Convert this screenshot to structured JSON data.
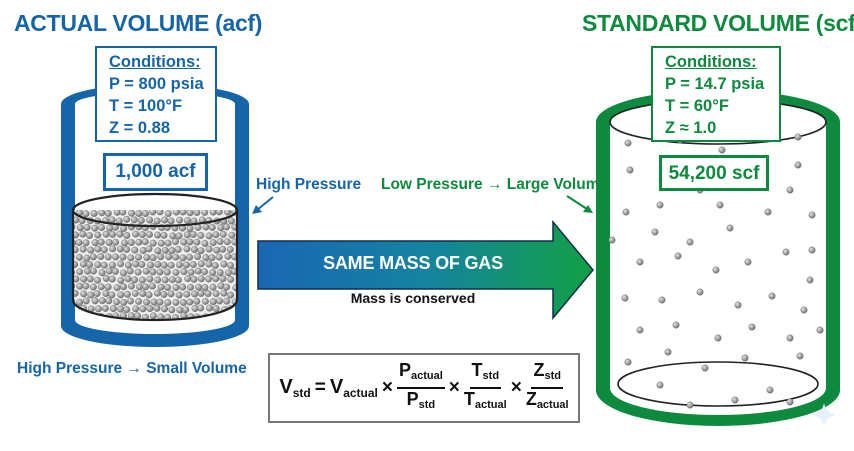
{
  "left": {
    "title": "ACTUAL VOLUME (acf)",
    "conditions": {
      "heading": "Conditions:",
      "pressure": "P = 800 psia",
      "temperature": "T = 100°F",
      "z_factor": "Z = 0.88"
    },
    "volume": "1,000 acf",
    "side_label": "High Pressure",
    "bottom_label": "High Pressure → Small Volume",
    "color": "#1565a8"
  },
  "right": {
    "title": "STANDARD VOLUME (scf)",
    "conditions": {
      "heading": "Conditions:",
      "pressure": "P = 14.7 psia",
      "temperature": "T = 60°F",
      "z_factor": "Z ≈ 1.0"
    },
    "volume": "54,200 scf",
    "side_label": "Low Pressure → Large Volume",
    "color": "#0e8a3e"
  },
  "arrow": {
    "label": "SAME MASS OF GAS",
    "sublabel": "Mass is conserved"
  },
  "formula": {
    "lhs": "V",
    "lhs_sub": "std",
    "v": "V",
    "v_sub": "actual",
    "times": "×",
    "equals": "=",
    "p_num": "P",
    "p_num_sub": "actual",
    "p_den": "P",
    "p_den_sub": "std",
    "t_num": "T",
    "t_num_sub": "std",
    "t_den": "T",
    "t_den_sub": "actual",
    "z_num": "Z",
    "z_num_sub": "std",
    "z_den": "Z",
    "z_den_sub": "actual"
  }
}
